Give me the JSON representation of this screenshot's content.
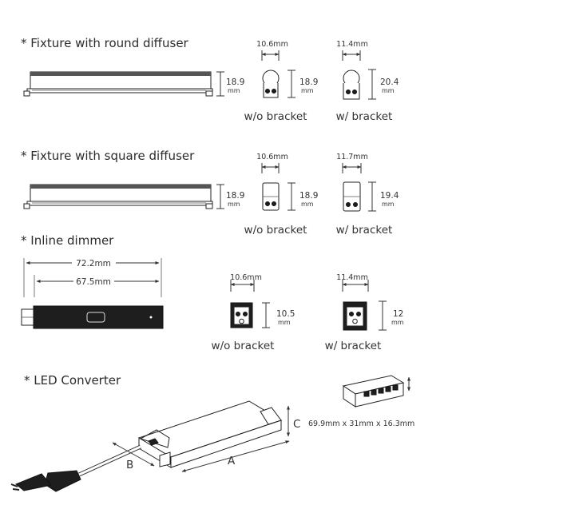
{
  "sections": {
    "round": {
      "title": "* Fixture with round diffuser",
      "side_height": "18.9",
      "side_unit": "mm",
      "wo": {
        "width": "10.6mm",
        "height": "18.9",
        "unit": "mm",
        "caption": "w/o bracket"
      },
      "w": {
        "width": "11.4mm",
        "height": "20.4",
        "unit": "mm",
        "caption": "w/ bracket"
      }
    },
    "square": {
      "title": "* Fixture with square diffuser",
      "side_height": "18.9",
      "side_unit": "mm",
      "wo": {
        "width": "10.6mm",
        "height": "18.9",
        "unit": "mm",
        "caption": "w/o bracket"
      },
      "w": {
        "width": "11.7mm",
        "height": "19.4",
        "unit": "mm",
        "caption": "w/ bracket"
      }
    },
    "dimmer": {
      "title": "* Inline dimmer",
      "overall_length": "72.2mm",
      "body_length": "67.5mm",
      "wo": {
        "width": "10.6mm",
        "height": "10.5",
        "unit": "mm",
        "caption": "w/o bracket"
      },
      "w": {
        "width": "11.4mm",
        "height": "12",
        "unit": "mm",
        "caption": "w/ bracket"
      }
    },
    "converter": {
      "title": "* LED Converter",
      "label_a": "A",
      "label_b": "B",
      "label_c": "C",
      "dimensions": "69.9mm x 31mm x 16.3mm"
    }
  }
}
